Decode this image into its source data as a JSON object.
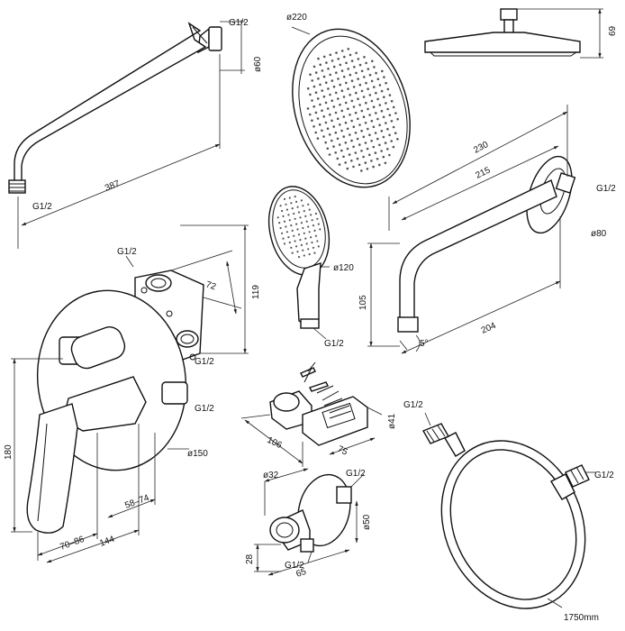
{
  "labels": {
    "arm_top_thread": "G1/2",
    "arm_top_dia": "ø60",
    "arm_top_len": "387",
    "arm_top_bottom_thread": "G1/2",
    "head_dia": "ø220",
    "head_height": "69",
    "arm_right_230": "230",
    "arm_right_215": "215",
    "arm_right_thread": "G1/2",
    "arm_right_dia": "ø80",
    "arm_right_105": "105",
    "arm_right_204": "204",
    "arm_right_angle": "5°",
    "hand_dia": "ø120",
    "hand_thread": "G1/2",
    "valve_top_thread": "G1/2",
    "valve_72": "72",
    "valve_119": "119",
    "valve_right_thread1": "G1/2",
    "valve_right_thread2": "G1/2",
    "valve_plate_dia": "ø150",
    "valve_180": "180",
    "valve_70_86": "70–86",
    "valve_144": "144",
    "valve_58_74": "58–74",
    "holder_106": "106",
    "holder_75": "75",
    "holder_dia": "ø41",
    "elbow_dia32": "ø32",
    "elbow_thread_top": "G1/2",
    "elbow_dia50": "ø50",
    "elbow_28": "28",
    "elbow_thread_bottom": "G1/2",
    "elbow_65": "65",
    "hose_thread_left": "G1/2",
    "hose_thread_right": "G1/2",
    "hose_len": "1750mm"
  }
}
